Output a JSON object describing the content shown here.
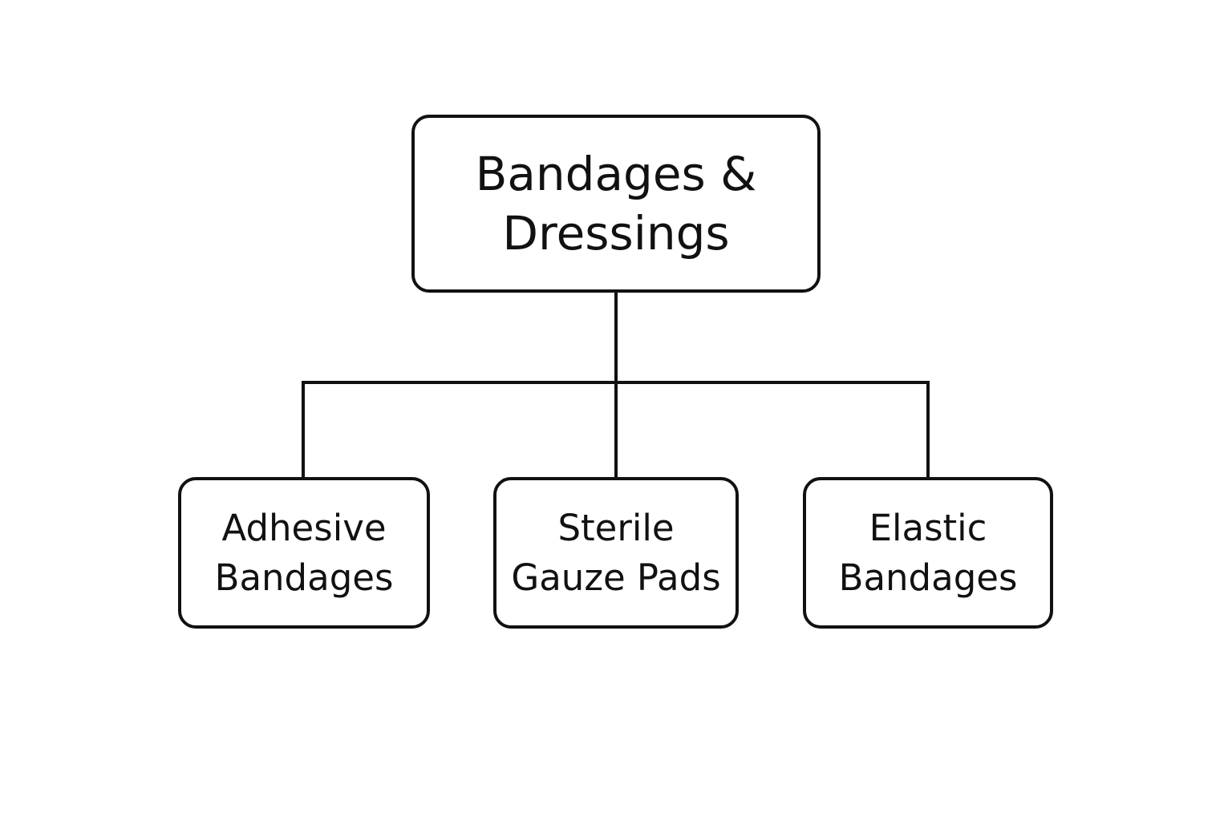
{
  "diagram": {
    "root": {
      "line1": "Bandages &",
      "line2": "Dressings"
    },
    "children": [
      {
        "line1": "Adhesive",
        "line2": "Bandages"
      },
      {
        "line1": "Sterile",
        "line2": "Gauze Pads"
      },
      {
        "line1": "Elastic",
        "line2": "Bandages"
      }
    ],
    "colors": {
      "stroke": "#111111",
      "background": "#ffffff"
    }
  }
}
